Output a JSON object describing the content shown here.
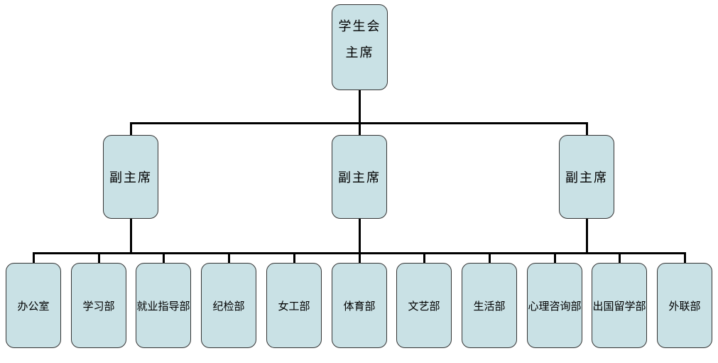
{
  "diagram": {
    "background_color": "#ffffff",
    "node_fill_color": "#c9e1e5",
    "node_border_color": "#333333",
    "connector_color": "#000000",
    "root": {
      "lines": [
        "学生会",
        "主席"
      ]
    },
    "vice_presidents": [
      "副主席",
      "副主席",
      "副主席"
    ],
    "departments": [
      "办公室",
      "学习部",
      "就业指导部",
      "纪检部",
      "女工部",
      "体育部",
      "文艺部",
      "生活部",
      "心理咨询部",
      "出国留学部",
      "外联部"
    ]
  }
}
